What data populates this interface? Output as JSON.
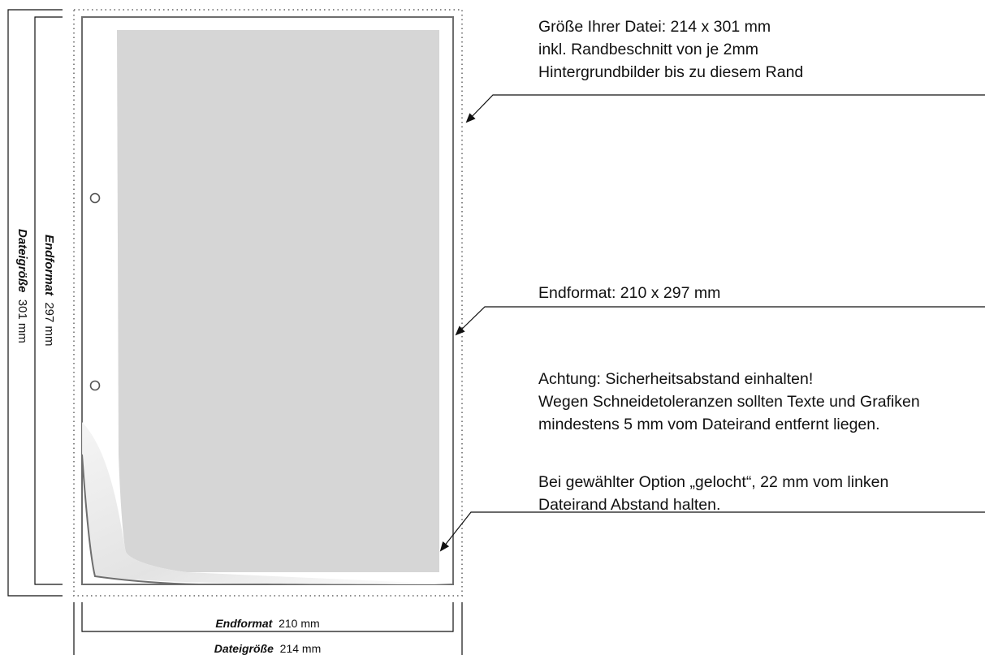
{
  "annotations": {
    "file_size": {
      "lines": [
        "Größe Ihrer Datei: 214 x 301 mm",
        "inkl. Randbeschnitt von je 2mm",
        "Hintergrundbilder bis zu diesem Rand"
      ]
    },
    "final_format": {
      "lines": [
        "Endformat: 210 x 297 mm"
      ]
    },
    "safety": {
      "lines": [
        "Achtung: Sicherheitsabstand einhalten!",
        "Wegen Schneidetoleranzen sollten Texte und Grafiken",
        "mindestens 5 mm vom Dateirand entfernt liegen."
      ]
    },
    "holes": {
      "lines": [
        "Bei gewählter Option „gelocht“, 22 mm vom linken",
        "Dateirand Abstand halten."
      ]
    }
  },
  "dimensions": {
    "file_height": {
      "label": "Dateigröße",
      "value": "301 mm"
    },
    "final_height": {
      "label": "Endformat",
      "value": "297 mm"
    },
    "final_width": {
      "label": "Endformat",
      "value": "210 mm"
    },
    "file_width": {
      "label": "Dateigröße",
      "value": "214 mm"
    }
  },
  "colors": {
    "safe_area": "#d6d6d6",
    "trim_line": "#6e6e6e",
    "bleed_dots": "#8a8a8a",
    "text": "#111111"
  }
}
